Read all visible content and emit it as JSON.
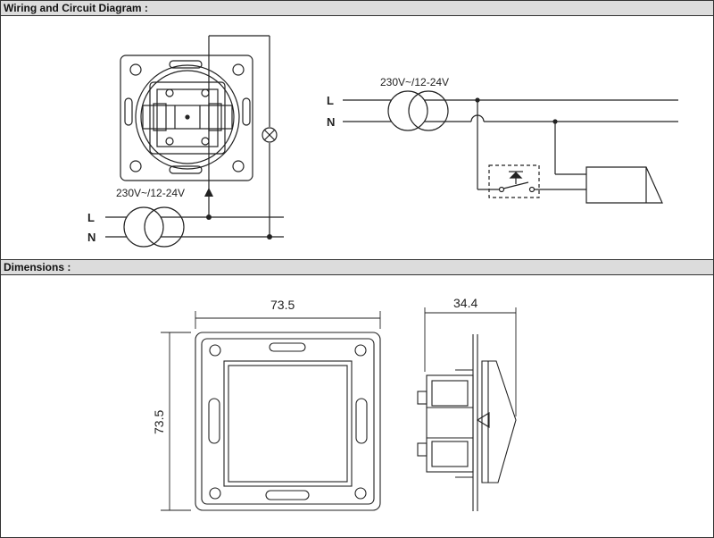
{
  "sections": {
    "wiring_title": "Wiring and Circuit Diagram :",
    "dimensions_title": "Dimensions :"
  },
  "wiring_left": {
    "voltage_label": "230V~/12-24V",
    "line_label": "L",
    "neutral_label": "N"
  },
  "wiring_right": {
    "voltage_label": "230V~/12-24V",
    "line_label": "L",
    "neutral_label": "N"
  },
  "dimensions": {
    "width_label": "73.5",
    "height_label": "73.5",
    "depth_label": "34.4"
  }
}
